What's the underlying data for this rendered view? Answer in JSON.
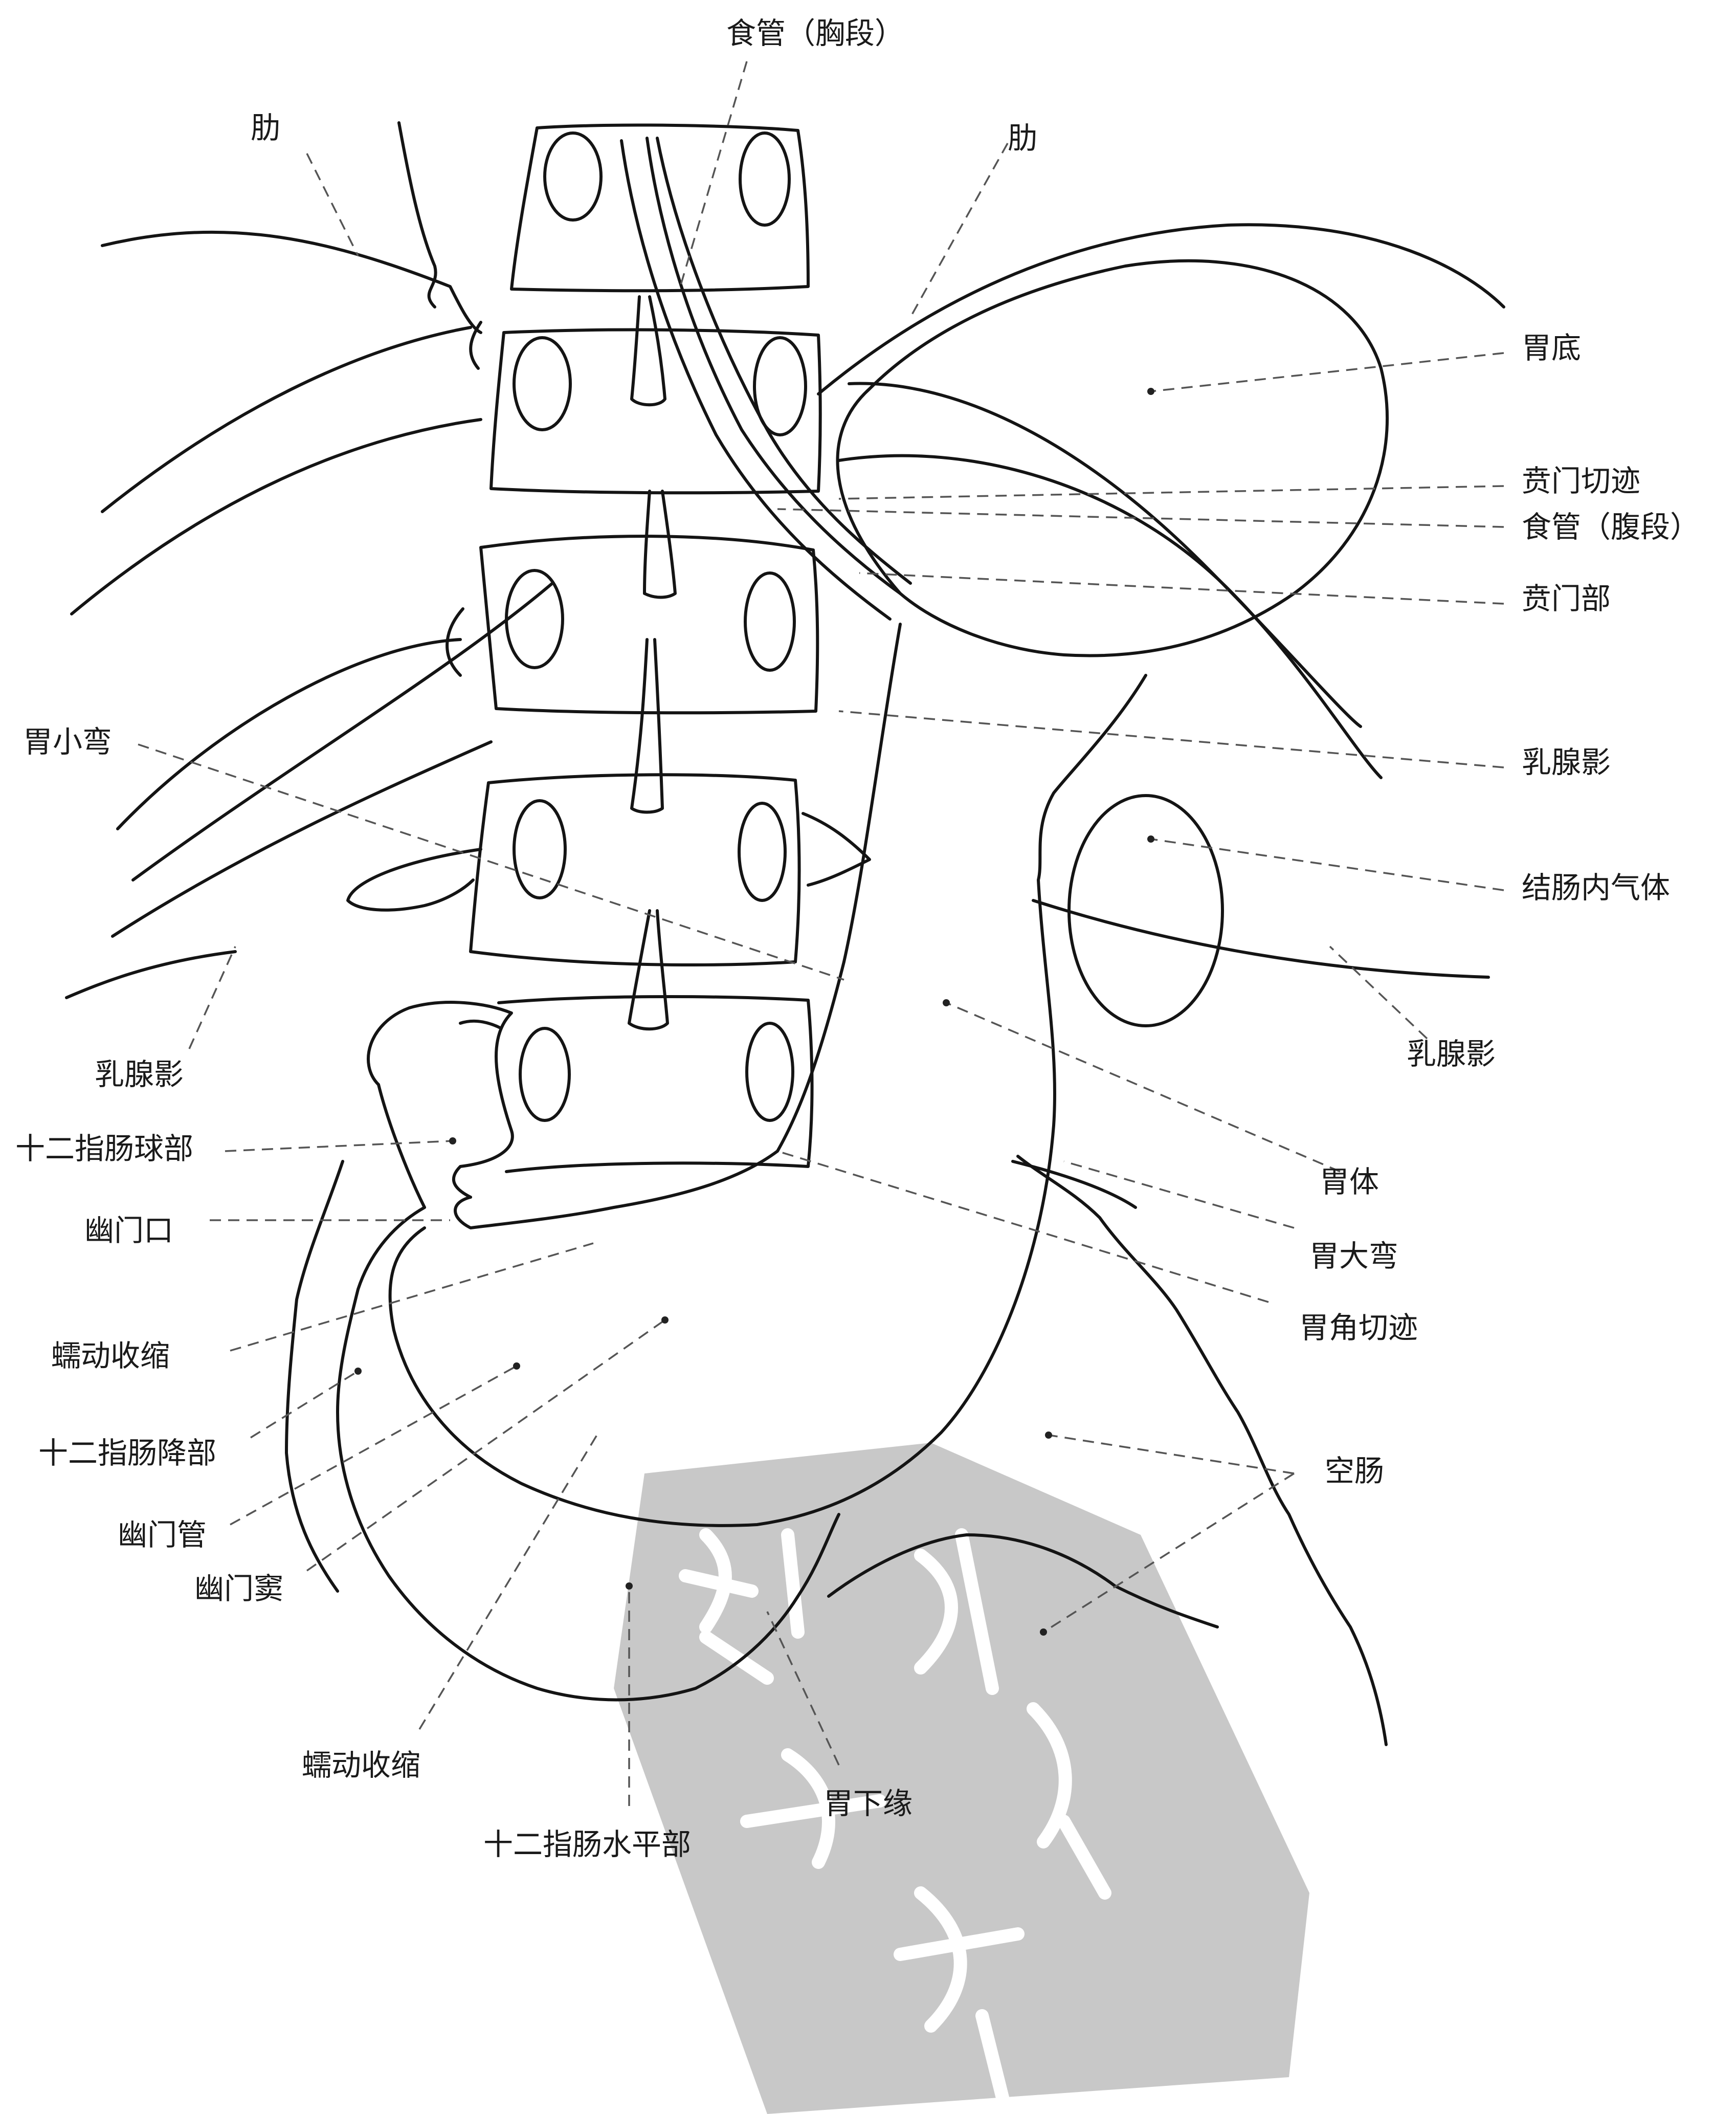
{
  "labels": {
    "esophagus_thoracic": "食管（胸段）",
    "rib_left": "肋",
    "rib_right": "肋",
    "fundus": "胃底",
    "cardiac_notch": "贲门切迹",
    "esophagus_abdominal": "食管（腹段）",
    "cardia": "贲门部",
    "lesser_curvature": "胃小弯",
    "breast_shadow_right": "乳腺影",
    "colon_gas": "结肠内气体",
    "breast_shadow_lower_right": "乳腺影",
    "breast_shadow_left": "乳腺影",
    "duodenal_bulb": "十二指肠球部",
    "pyloric_orifice": "幽门口",
    "body": "胃体",
    "greater_curvature": "胃大弯",
    "peristalsis_upper": "蠕动收缩",
    "angular_notch": "胃角切迹",
    "duodenum_descending": "十二指肠降部",
    "jejunum": "空肠",
    "pyloric_canal": "幽门管",
    "pyloric_antrum": "幽门窦",
    "peristalsis_lower": "蠕动收缩",
    "lower_border": "胃下缘",
    "duodenum_horizontal": "十二指肠水平部"
  },
  "colors": {
    "ink": "#141414",
    "leader": "#555555",
    "watermark": "#c8c8c8"
  }
}
